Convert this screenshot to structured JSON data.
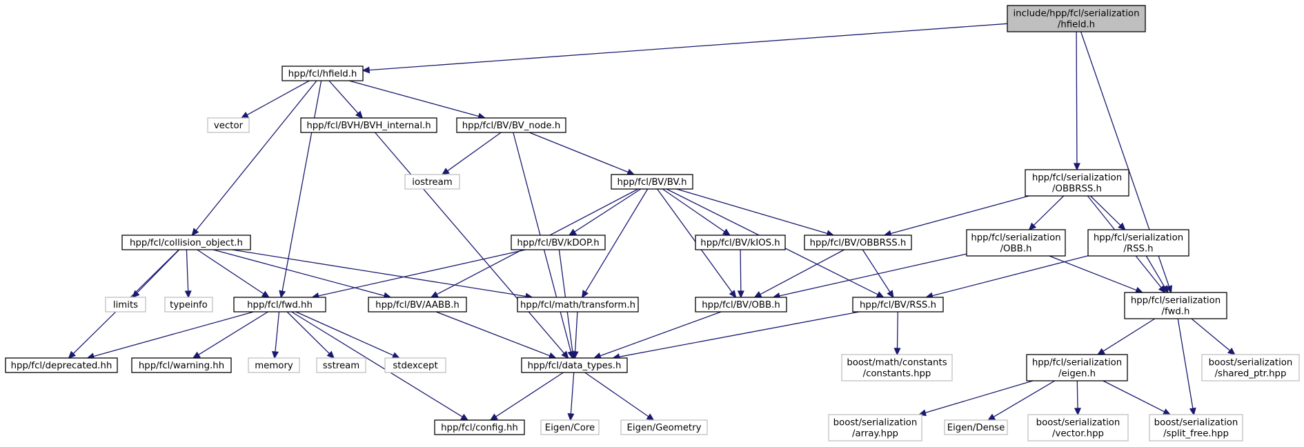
{
  "colors": {
    "edge": "#191970",
    "root_fill": "#bfbfbf",
    "project_border": "#000000",
    "external_border": "#bfbfbf",
    "text": "#000000",
    "background": "#ffffff"
  },
  "nodes": [
    {
      "id": "root",
      "kind": "root",
      "lines": [
        "include/hpp/fcl/serialization",
        "/hfield.h"
      ]
    },
    {
      "id": "hfield",
      "kind": "project",
      "lines": [
        "hpp/fcl/hfield.h"
      ]
    },
    {
      "id": "collision_object",
      "kind": "project",
      "lines": [
        "hpp/fcl/collision_object.h"
      ]
    },
    {
      "id": "vector",
      "kind": "external",
      "lines": [
        "vector"
      ]
    },
    {
      "id": "bvh_internal",
      "kind": "project",
      "lines": [
        "hpp/fcl/BVH/BVH_internal.h"
      ]
    },
    {
      "id": "bv_node",
      "kind": "project",
      "lines": [
        "hpp/fcl/BV/BV_node.h"
      ]
    },
    {
      "id": "iostream",
      "kind": "external",
      "lines": [
        "iostream"
      ]
    },
    {
      "id": "bv",
      "kind": "project",
      "lines": [
        "hpp/fcl/BV/BV.h"
      ]
    },
    {
      "id": "kdop",
      "kind": "project",
      "lines": [
        "hpp/fcl/BV/kDOP.h"
      ]
    },
    {
      "id": "kios",
      "kind": "project",
      "lines": [
        "hpp/fcl/BV/kIOS.h"
      ]
    },
    {
      "id": "obbrss",
      "kind": "project",
      "lines": [
        "hpp/fcl/BV/OBBRSS.h"
      ]
    },
    {
      "id": "ser_obbrss",
      "kind": "project",
      "lines": [
        "hpp/fcl/serialization",
        "/OBBRSS.h"
      ]
    },
    {
      "id": "ser_obb",
      "kind": "project",
      "lines": [
        "hpp/fcl/serialization",
        "/OBB.h"
      ]
    },
    {
      "id": "ser_rss",
      "kind": "project",
      "lines": [
        "hpp/fcl/serialization",
        "/RSS.h"
      ]
    },
    {
      "id": "limits",
      "kind": "external",
      "lines": [
        "limits"
      ]
    },
    {
      "id": "typeinfo",
      "kind": "external",
      "lines": [
        "typeinfo"
      ]
    },
    {
      "id": "fwd",
      "kind": "project",
      "lines": [
        "hpp/fcl/fwd.hh"
      ]
    },
    {
      "id": "aabb",
      "kind": "project",
      "lines": [
        "hpp/fcl/BV/AABB.h"
      ]
    },
    {
      "id": "transform",
      "kind": "project",
      "lines": [
        "hpp/fcl/math/transform.h"
      ]
    },
    {
      "id": "obb",
      "kind": "project",
      "lines": [
        "hpp/fcl/BV/OBB.h"
      ]
    },
    {
      "id": "rss",
      "kind": "project",
      "lines": [
        "hpp/fcl/BV/RSS.h"
      ]
    },
    {
      "id": "ser_fwd",
      "kind": "project",
      "lines": [
        "hpp/fcl/serialization",
        "/fwd.h"
      ]
    },
    {
      "id": "deprecated",
      "kind": "project",
      "lines": [
        "hpp/fcl/deprecated.hh"
      ]
    },
    {
      "id": "warning",
      "kind": "project",
      "lines": [
        "hpp/fcl/warning.hh"
      ]
    },
    {
      "id": "memory",
      "kind": "external",
      "lines": [
        "memory"
      ]
    },
    {
      "id": "sstream",
      "kind": "external",
      "lines": [
        "sstream"
      ]
    },
    {
      "id": "stdexcept",
      "kind": "external",
      "lines": [
        "stdexcept"
      ]
    },
    {
      "id": "data_types",
      "kind": "project",
      "lines": [
        "hpp/fcl/data_types.h"
      ]
    },
    {
      "id": "boost_constants",
      "kind": "external",
      "lines": [
        "boost/math/constants",
        "/constants.hpp"
      ]
    },
    {
      "id": "ser_eigen",
      "kind": "project",
      "lines": [
        "hpp/fcl/serialization",
        "/eigen.h"
      ]
    },
    {
      "id": "boost_shared_ptr",
      "kind": "external",
      "lines": [
        "boost/serialization",
        "/shared_ptr.hpp"
      ]
    },
    {
      "id": "config",
      "kind": "project",
      "lines": [
        "hpp/fcl/config.hh"
      ]
    },
    {
      "id": "eigen_core",
      "kind": "external",
      "lines": [
        "Eigen/Core"
      ]
    },
    {
      "id": "eigen_geometry",
      "kind": "external",
      "lines": [
        "Eigen/Geometry"
      ]
    },
    {
      "id": "boost_array",
      "kind": "external",
      "lines": [
        "boost/serialization",
        "/array.hpp"
      ]
    },
    {
      "id": "eigen_dense",
      "kind": "external",
      "lines": [
        "Eigen/Dense"
      ]
    },
    {
      "id": "boost_vector",
      "kind": "external",
      "lines": [
        "boost/serialization",
        "/vector.hpp"
      ]
    },
    {
      "id": "boost_split_free",
      "kind": "external",
      "lines": [
        "boost/serialization",
        "/split_free.hpp"
      ]
    }
  ],
  "edges": [
    [
      "root",
      "hfield"
    ],
    [
      "root",
      "ser_obbrss"
    ],
    [
      "root",
      "ser_fwd"
    ],
    [
      "hfield",
      "collision_object"
    ],
    [
      "hfield",
      "vector"
    ],
    [
      "hfield",
      "fwd"
    ],
    [
      "hfield",
      "bvh_internal"
    ],
    [
      "hfield",
      "bv_node"
    ],
    [
      "collision_object",
      "deprecated"
    ],
    [
      "collision_object",
      "limits"
    ],
    [
      "collision_object",
      "typeinfo"
    ],
    [
      "collision_object",
      "fwd"
    ],
    [
      "collision_object",
      "aabb"
    ],
    [
      "collision_object",
      "transform"
    ],
    [
      "bvh_internal",
      "data_types"
    ],
    [
      "bv_node",
      "iostream"
    ],
    [
      "bv_node",
      "bv"
    ],
    [
      "bv_node",
      "data_types"
    ],
    [
      "bv",
      "aabb"
    ],
    [
      "bv",
      "kdop"
    ],
    [
      "bv",
      "transform"
    ],
    [
      "bv",
      "obb"
    ],
    [
      "bv",
      "kios"
    ],
    [
      "bv",
      "obbrss"
    ],
    [
      "bv",
      "rss"
    ],
    [
      "kdop",
      "fwd"
    ],
    [
      "kdop",
      "data_types"
    ],
    [
      "kios",
      "obb"
    ],
    [
      "obbrss",
      "obb"
    ],
    [
      "obbrss",
      "rss"
    ],
    [
      "ser_obbrss",
      "obbrss"
    ],
    [
      "ser_obbrss",
      "ser_obb"
    ],
    [
      "ser_obbrss",
      "ser_rss"
    ],
    [
      "ser_obbrss",
      "ser_fwd"
    ],
    [
      "ser_obb",
      "obb"
    ],
    [
      "ser_obb",
      "ser_fwd"
    ],
    [
      "ser_rss",
      "rss"
    ],
    [
      "ser_rss",
      "ser_fwd"
    ],
    [
      "fwd",
      "deprecated"
    ],
    [
      "fwd",
      "warning"
    ],
    [
      "fwd",
      "memory"
    ],
    [
      "fwd",
      "sstream"
    ],
    [
      "fwd",
      "stdexcept"
    ],
    [
      "fwd",
      "config"
    ],
    [
      "aabb",
      "data_types"
    ],
    [
      "transform",
      "data_types"
    ],
    [
      "obb",
      "data_types"
    ],
    [
      "rss",
      "data_types"
    ],
    [
      "rss",
      "boost_constants"
    ],
    [
      "ser_fwd",
      "ser_eigen"
    ],
    [
      "ser_fwd",
      "boost_shared_ptr"
    ],
    [
      "ser_fwd",
      "boost_split_free"
    ],
    [
      "data_types",
      "config"
    ],
    [
      "data_types",
      "eigen_core"
    ],
    [
      "data_types",
      "eigen_geometry"
    ],
    [
      "ser_eigen",
      "boost_array"
    ],
    [
      "ser_eigen",
      "eigen_dense"
    ],
    [
      "ser_eigen",
      "boost_vector"
    ],
    [
      "ser_eigen",
      "boost_split_free"
    ]
  ]
}
